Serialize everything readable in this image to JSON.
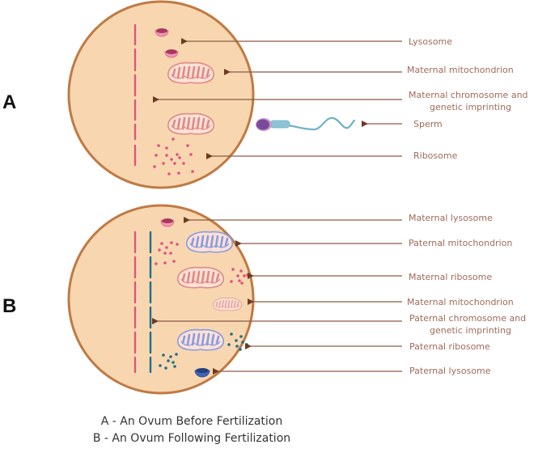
{
  "panels": [
    {
      "id": "A",
      "letter": "A",
      "labels": [
        {
          "name": "lysosome",
          "lines": [
            "Lysosome"
          ]
        },
        {
          "name": "maternal-mitochondrion",
          "lines": [
            "Maternal mitochondrion"
          ]
        },
        {
          "name": "maternal-chromosome",
          "lines": [
            "Maternal chromosome and",
            "genetic imprinting"
          ]
        },
        {
          "name": "sperm",
          "lines": [
            "Sperm"
          ]
        },
        {
          "name": "ribosome",
          "lines": [
            "Ribosome"
          ]
        }
      ]
    },
    {
      "id": "B",
      "letter": "B",
      "labels": [
        {
          "name": "maternal-lysosome",
          "lines": [
            "Maternal lysosome"
          ]
        },
        {
          "name": "paternal-mitochondrion",
          "lines": [
            "Paternal mitochondrion"
          ]
        },
        {
          "name": "maternal-ribosome",
          "lines": [
            "Maternal ribosome"
          ]
        },
        {
          "name": "maternal-mitochondrion",
          "lines": [
            "Maternal mitochondrion"
          ]
        },
        {
          "name": "paternal-chromosome",
          "lines": [
            "Paternal chromosome and",
            "genetic imprinting"
          ]
        },
        {
          "name": "paternal-ribosome",
          "lines": [
            "Paternal ribosome"
          ]
        },
        {
          "name": "paternal-lysosome",
          "lines": [
            "Paternal lysosome"
          ]
        }
      ]
    }
  ],
  "caption": {
    "line1": "A - An Ovum Before Fertilization",
    "line2": "B - An Ovum Following Fertilization"
  },
  "colors": {
    "cell_fill": "#f8d7b0",
    "cell_stroke": "#c07a44",
    "maternal": "#d9577f",
    "maternal_mito": "#e08a86",
    "paternal": "#1f6f8b",
    "paternal_mito": "#8a9be0",
    "paternal_lysosome": "#3f63b8",
    "sperm_tail": "#6fb0c8",
    "sperm_head": "#7a4a9a",
    "label_text": "#a06a5a",
    "leader": "#8a5a44"
  }
}
